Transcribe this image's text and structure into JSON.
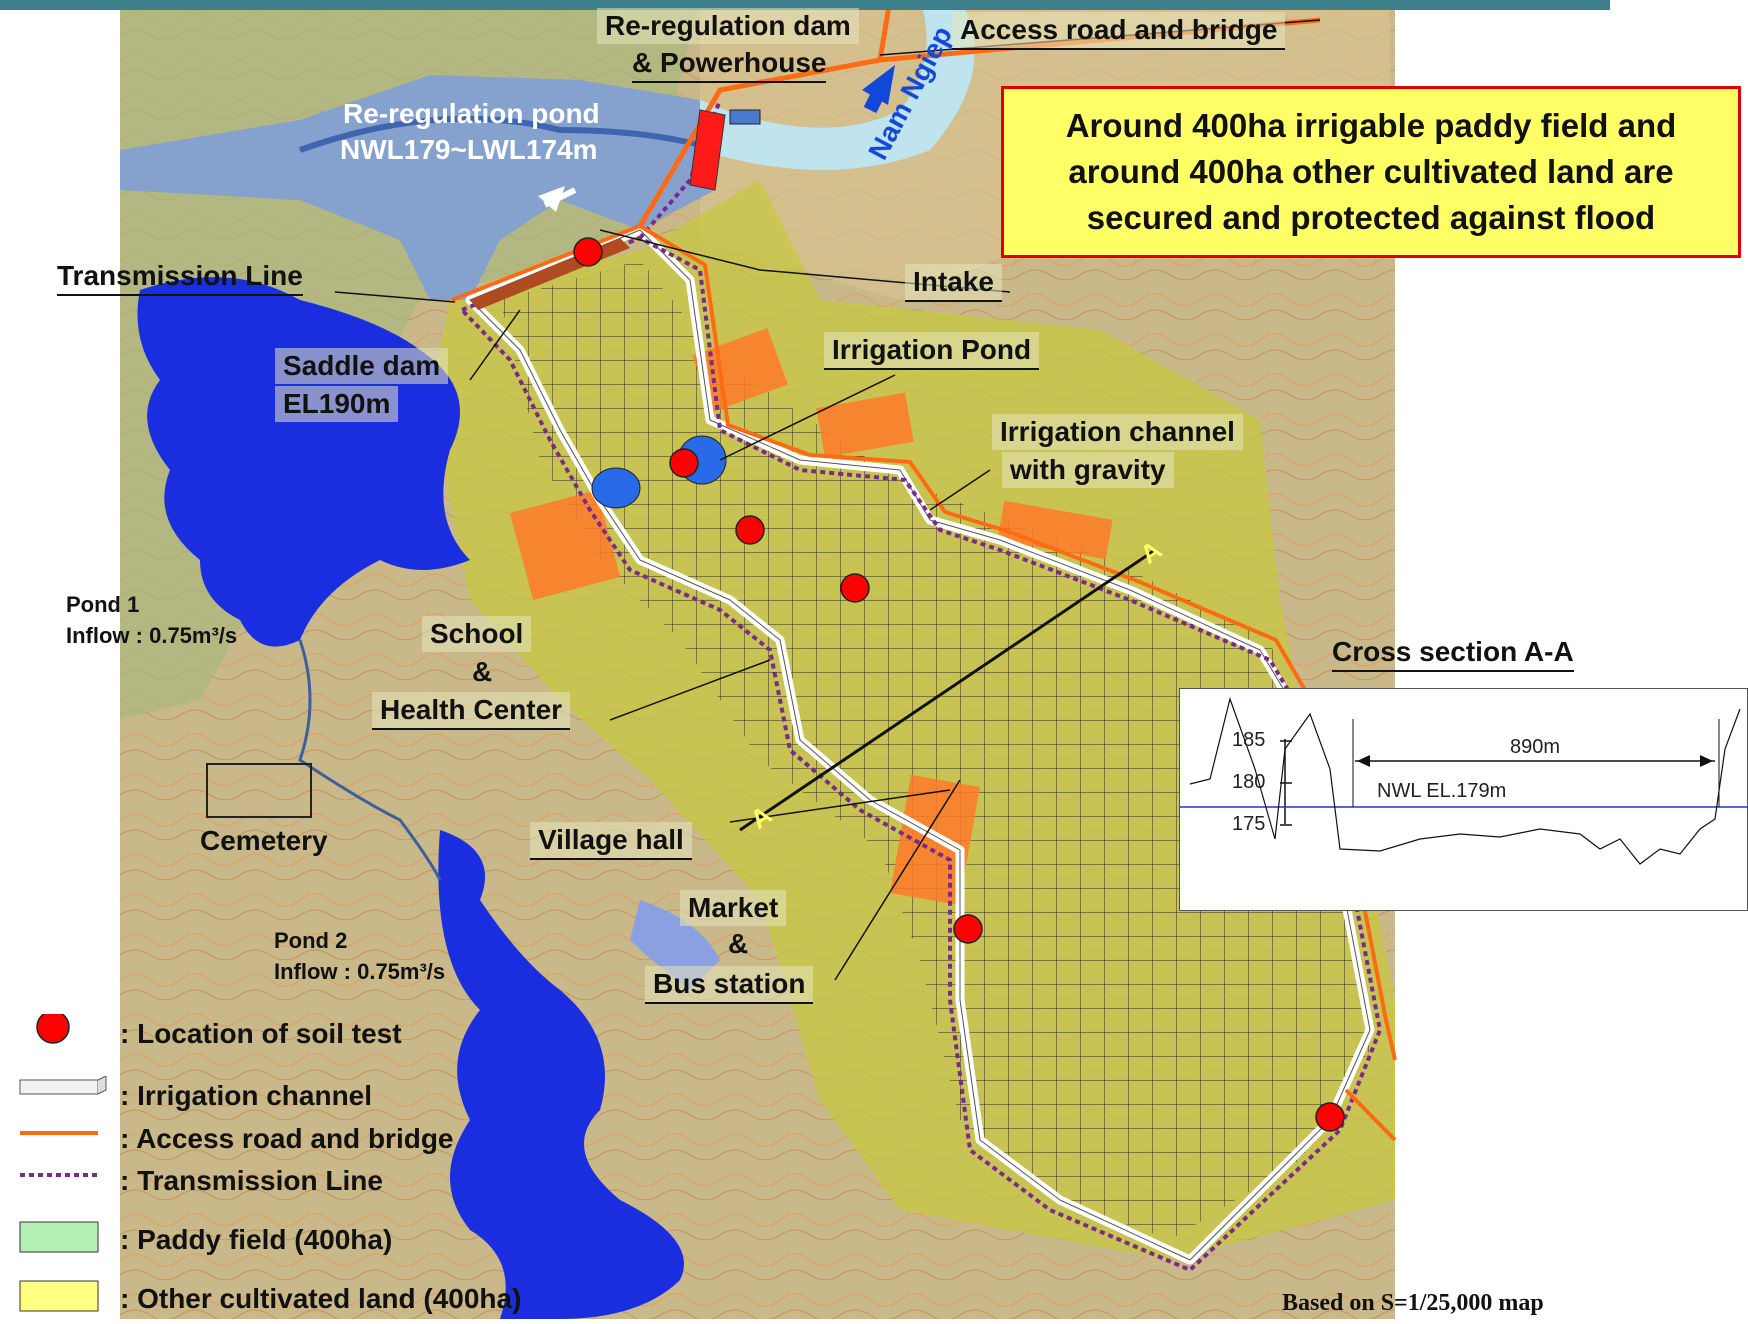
{
  "labels": {
    "reregulation_dam": "Re-regulation dam",
    "powerhouse": "& Powerhouse",
    "access_road_bridge": "Access road and bridge",
    "reregulation_pond": "Re-regulation pond",
    "pond_levels": "NWL179~LWL174m",
    "nam_ngiep": "Nam Ngiep",
    "transmission_line": "Transmission Line",
    "intake": "Intake",
    "saddle_dam": "Saddle dam",
    "saddle_dam_el": "EL190m",
    "irrigation_pond": "Irrigation Pond",
    "irrigation_channel_1": "Irrigation channel",
    "irrigation_channel_2": "with gravity",
    "pond1_name": "Pond 1",
    "pond1_inflow": "Inflow : 0.75m³/s",
    "school": "School",
    "amp1": "&",
    "health_center": "Health Center",
    "cemetery": "Cemetery",
    "village_hall": "Village hall",
    "market": "Market",
    "amp2": "&",
    "bus_station": "Bus station",
    "pond2_name": "Pond  2",
    "pond2_inflow": "Inflow : 0.75m³/s",
    "section_a_top": "A",
    "section_a_bottom": "A",
    "cross_section_title": "Cross section A-A"
  },
  "callout": {
    "line1": "Around 400ha irrigable paddy field and",
    "line2": "around 400ha other cultivated land are",
    "line3": "secured  and  protected against flood"
  },
  "cross_section": {
    "tick_185": "185",
    "tick_180": "180",
    "tick_175": "175",
    "width": "890m",
    "nwl": "NWL EL.179m"
  },
  "legend": {
    "soil_test": ": Location of soil test",
    "irrigation_channel": ": Irrigation channel",
    "access_road": ": Access road and bridge",
    "transmission": ": Transmission Line",
    "paddy": ": Paddy field (400ha)",
    "other_land": ": Other cultivated land (400ha)"
  },
  "footer": "Based on S=1/25,000 map",
  "colors": {
    "road": "#ff6a13",
    "transmission": "#7a2a8a",
    "soil_test": "#ff0000",
    "pond": "#1a2ee0",
    "paddy_legend": "#b4f0b4",
    "other_legend": "#ffff80",
    "callout_bg": "#ffff66",
    "callout_border": "#e00000"
  }
}
